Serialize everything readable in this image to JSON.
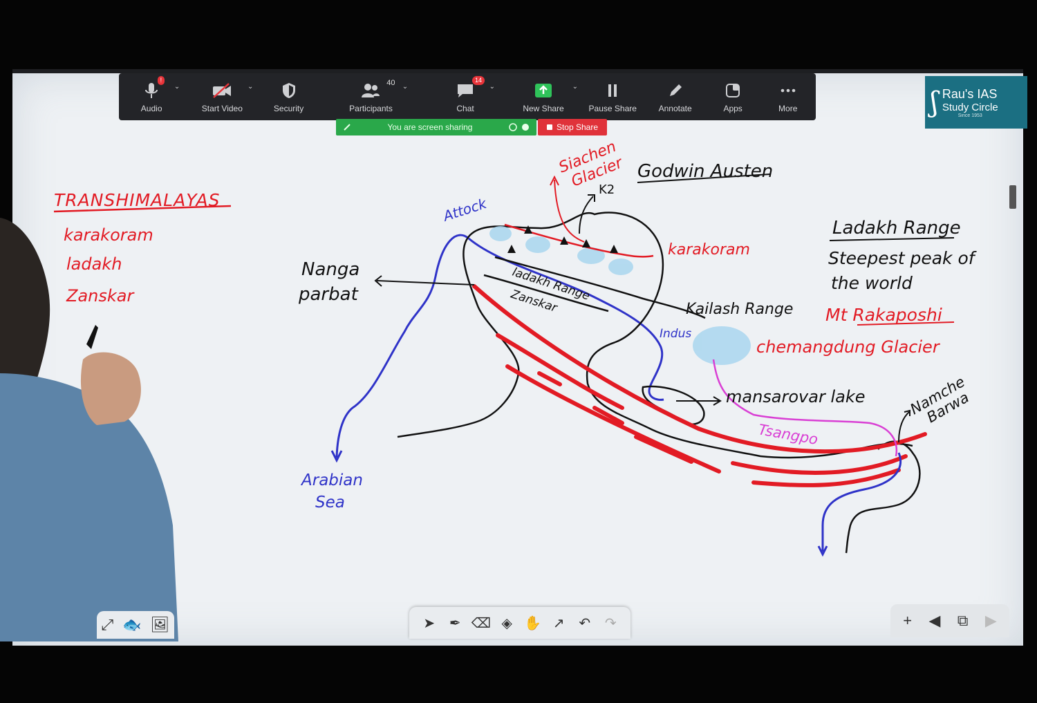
{
  "zoom_toolbar": {
    "audio": {
      "label": "Audio",
      "badge": "!"
    },
    "video": {
      "label": "Start Video"
    },
    "security": {
      "label": "Security"
    },
    "participants": {
      "label": "Participants",
      "count": "40"
    },
    "chat": {
      "label": "Chat",
      "badge": "14"
    },
    "new_share": {
      "label": "New Share"
    },
    "pause_share": {
      "label": "Pause Share"
    },
    "annotate": {
      "label": "Annotate"
    },
    "apps": {
      "label": "Apps"
    },
    "more": {
      "label": "More"
    }
  },
  "share_banner": {
    "text": "You are screen sharing",
    "stop_label": "Stop Share"
  },
  "logo": {
    "line1": "Rau's IAS",
    "line2": "Study Circle",
    "line3": "Since 1953"
  },
  "whiteboard": {
    "heading": "TRANSHIMALAYAS",
    "list": [
      "karakoram",
      "ladakh",
      "Zanskar"
    ],
    "labels": {
      "siachen": "Siachen",
      "glacier": "Glacier",
      "k2": "K2",
      "godwin_austen": "Godwin Austen",
      "attock": "Attock",
      "nanga": "Nanga",
      "parbat": "parbat",
      "karakoram": "karakoram",
      "ladakh_range_small": "ladakh Range",
      "zanskar_small": "Zanskar",
      "kailash_range": "Kailash Range",
      "indus": "Indus",
      "ladakh_range": "Ladakh Range",
      "steepest1": "Steepest peak of",
      "steepest2": "the world",
      "rakaposhi": "Mt Rakaposhi",
      "chemangdung": "chemangdung Glacier",
      "mansarovar": "mansarovar lake",
      "namche": "Namche",
      "barwa": "Barwa",
      "tsangpo": "Tsangpo",
      "arabian": "Arabian",
      "sea": "Sea"
    }
  },
  "colors": {
    "red_marker": "#e21b24",
    "blue_marker": "#2f33c8",
    "black_marker": "#111111",
    "pink_marker": "#d93fd4",
    "light_blue_fill": "#a9d6ef",
    "zoom_bar": "#232428",
    "share_green": "#2aa84a",
    "stop_red": "#e0323a",
    "logo_teal": "#1b6f82"
  }
}
